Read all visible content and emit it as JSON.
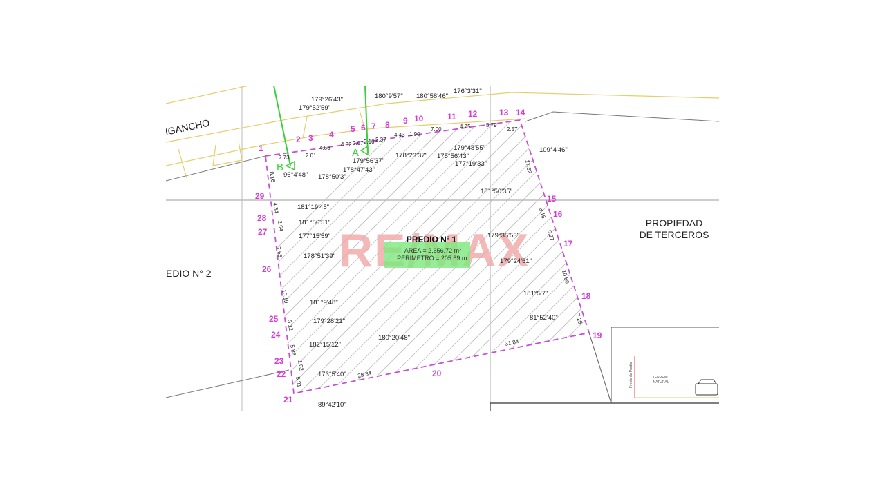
{
  "colors": {
    "boundary": "#c84fd8",
    "point_label": "#d63bd6",
    "road": "#e8cd6a",
    "section_line": "#3ccf3c",
    "watermark": "#f0a8a8",
    "label_box": "#7de87d"
  },
  "lot": {
    "title": "PREDIO Nº 1",
    "area": "AREA = 2,656.72 m²",
    "perimeter": "PERIMETRO = 205.69 m."
  },
  "labels": {
    "road": "IGANCHO",
    "neighbor_1": "PROPIEDAD",
    "neighbor_2": "DE TERCEROS",
    "lot_2": "EDIO N° 2",
    "section_a": "A",
    "section_b": "B",
    "frente": "Frente de Predio",
    "terreno_1": "TERRENO",
    "terreno_2": "NATURAL"
  },
  "watermark": "RE/MAX",
  "points": [
    "1",
    "2",
    "3",
    "4",
    "5",
    "6",
    "7",
    "8",
    "9",
    "10",
    "11",
    "12",
    "13",
    "14",
    "15",
    "16",
    "17",
    "18",
    "19",
    "20",
    "21",
    "22",
    "23",
    "24",
    "25",
    "26",
    "27",
    "28",
    "29"
  ],
  "distances": [
    "7.73",
    "2.01",
    "4.66",
    "4.32",
    "2.07",
    "2.10",
    "2.37",
    "4.43",
    "1.90",
    "7.00",
    "4.75",
    "5.79",
    "2.57",
    "17.52",
    "3.16",
    "6.27",
    "10.80",
    "7.25",
    "31.84",
    "28.84",
    "5.31",
    "1.02",
    "5.88",
    "3.12",
    "10.19",
    "7.65",
    "2.64",
    "4.34",
    "8.16"
  ],
  "angles": [
    "179°26'43\"",
    "179°52'59\"",
    "180°9'57\"",
    "180°58'46\"",
    "176°3'31\"",
    "109°4'46\"",
    "179°56'37\"",
    "178°47'43\"",
    "96°4'48\"",
    "178°50'3\"",
    "178°23'37\"",
    "175°56'43\"",
    "179°48'55\"",
    "177°19'33\"",
    "181°50'35\"",
    "181°19'45\"",
    "181°56'51\"",
    "177°15'59\"",
    "178°51'39\"",
    "179°35'53\"",
    "179°24'51\"",
    "181°5'7\"",
    "81°52'40\"",
    "181°9'48\"",
    "179°28'21\"",
    "182°15'12\"",
    "180°20'48\"",
    "173°5'40\"",
    "89°42'10\""
  ]
}
